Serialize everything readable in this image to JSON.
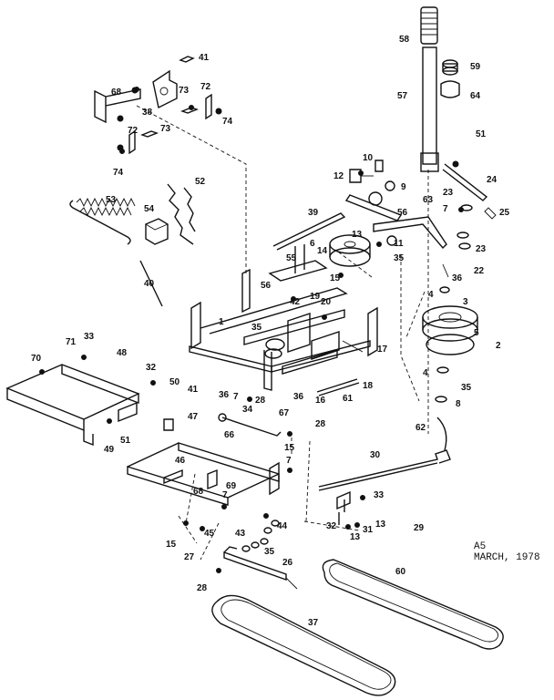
{
  "footer": {
    "page_code": "A5",
    "date": "MARCH, 1978"
  },
  "labels": {
    "l58": "58",
    "l59": "59",
    "l64": "64",
    "l57": "57",
    "l51": "51",
    "l41a": "41",
    "l68a": "68",
    "l38": "38",
    "l73a": "73",
    "l72a": "72",
    "l74a": "74",
    "l72b": "72",
    "l73b": "73",
    "l74b": "74",
    "l52": "52",
    "l53": "53",
    "l54": "54",
    "l40": "40",
    "l10": "10",
    "l12": "12",
    "l9": "9",
    "l63": "63",
    "l56a": "56",
    "l24": "24",
    "l23a": "23",
    "l7a": "7",
    "l25": "25",
    "l23b": "23",
    "l22": "22",
    "l36a": "36",
    "l11": "11",
    "l35a": "35",
    "l13a": "13",
    "l14": "14",
    "l15a": "15",
    "l39": "39",
    "l6": "6",
    "l55": "55",
    "l56b": "56",
    "l42": "42",
    "l19": "19",
    "l20": "20",
    "l3": "3",
    "l4a": "4",
    "l5": "5",
    "l2": "2",
    "l4b": "4",
    "l35b": "35",
    "l8": "8",
    "l1": "1",
    "l35c": "35",
    "l17": "17",
    "l18": "18",
    "l61": "61",
    "l16": "16",
    "l36b": "36",
    "l28a": "28",
    "l67": "67",
    "l28b": "28",
    "l34": "34",
    "l70": "70",
    "l71": "71",
    "l33a": "33",
    "l48": "48",
    "l32a": "32",
    "l50": "50",
    "l41b": "41",
    "l36c": "36",
    "l7b": "7",
    "l47": "47",
    "l49": "49",
    "l51b": "51",
    "l66": "66",
    "l15b": "15",
    "l7c": "7",
    "l46": "46",
    "l68b": "68",
    "l69": "69",
    "l7d": "7",
    "l62": "62",
    "l30": "30",
    "l33b": "33",
    "l32b": "32",
    "l13b": "13",
    "l31": "31",
    "l13c": "13",
    "l29": "29",
    "l15c": "15",
    "l45": "45",
    "l43": "43",
    "l44": "44",
    "l35d": "35",
    "l27": "27",
    "l26": "26",
    "l28c": "28",
    "l60": "60",
    "l37": "37"
  }
}
